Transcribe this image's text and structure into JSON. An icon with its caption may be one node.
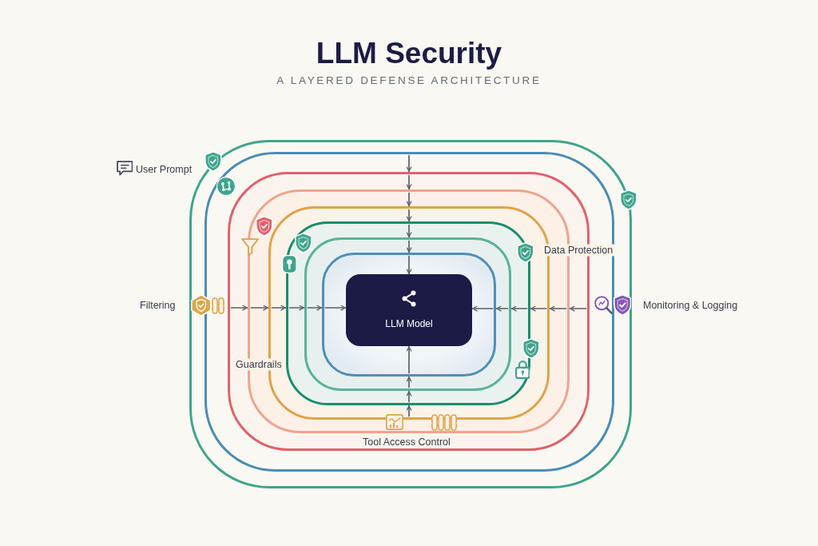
{
  "diagram": {
    "title": "LLM Security",
    "nodes": [
      {
        "text": [],
        "shape": "box"
      },
      {
        "text": [],
        "shape": "box",
        "in": 0
      },
      {
        "text": [],
        "shape": "box",
        "in": 1
      },
      {
        "text": [],
        "shape": "box",
        "in": 2
      },
      {
        "text": [],
        "shape": "box",
        "in": 3
      },
      {
        "text": [],
        "shape": "box",
        "in": 4
      },
      {
        "text": [],
        "shape": "box",
        "in": 5
      },
      {
        "text": [],
        "shape": "box",
        "in": 6
      },
      {
        "text": [
          "LLM Model"
        ],
        "in": 7
      }
    ],
    "edges": [
      {
        "from": 1,
        "to": 2,
        "arrow": "to"
      },
      {
        "from": 2,
        "to": 3,
        "arrow": "to"
      },
      {
        "from": 3,
        "to": 4,
        "arrow": "to"
      },
      {
        "from": 4,
        "to": 5,
        "arrow": "to"
      },
      {
        "from": 5,
        "to": 6,
        "arrow": "to"
      },
      {
        "from": 6,
        "to": 7,
        "arrow": "to"
      },
      {
        "from": 7,
        "to": 8,
        "arrow": "to"
      },
      {
        "from": 2,
        "to": 3,
        "arrow": "to"
      },
      {
        "from": 3,
        "to": 4,
        "arrow": "to"
      },
      {
        "from": 4,
        "to": 5,
        "arrow": "to"
      },
      {
        "from": 5,
        "to": 6,
        "arrow": "to"
      },
      {
        "from": 6,
        "to": 7,
        "arrow": "to"
      },
      {
        "from": 7,
        "to": 8,
        "arrow": "to"
      },
      {
        "from": 2,
        "to": 3,
        "arrow": "to"
      },
      {
        "from": 3,
        "to": 4,
        "arrow": "to"
      },
      {
        "from": 4,
        "to": 5,
        "arrow": "to"
      },
      {
        "from": 5,
        "to": 6,
        "arrow": "to"
      },
      {
        "from": 6,
        "to": 7,
        "arrow": "to"
      },
      {
        "from": 7,
        "to": 8,
        "arrow": "to"
      },
      {
        "from": 4,
        "to": 5,
        "arrow": "to"
      },
      {
        "from": 5,
        "to": 6,
        "arrow": "to"
      },
      {
        "from": 6,
        "to": 7,
        "arrow": "to"
      },
      {
        "from": 7,
        "to": 8,
        "arrow": "to"
      }
    ],
    "labels": [
      "A LAYERED DEFENSE ARCHITECTURE",
      "User Prompt",
      "Data Protection",
      "Filtering",
      "Monitoring & Logging",
      "Guardrails",
      "Tool Access Control"
    ]
  }
}
